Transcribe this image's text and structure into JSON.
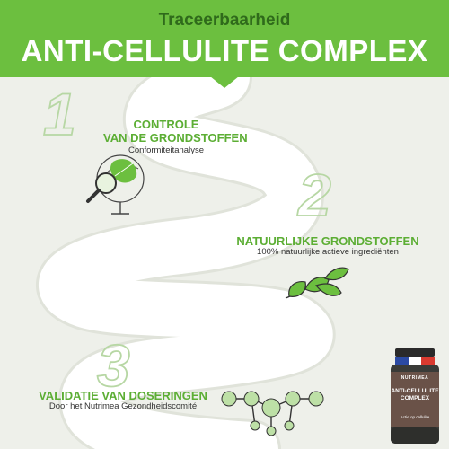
{
  "header": {
    "subtitle": "Traceerbaarheid",
    "title": "ANTI-CELLULITE COMPLEX"
  },
  "steps": [
    {
      "number": "1",
      "title_line1": "CONTROLE",
      "title_line2": "VAN DE GRONDSTOFFEN",
      "description": "Conformiteitanalyse",
      "icon": "magnifier-leaf-icon"
    },
    {
      "number": "2",
      "title_line1": "NATUURLIJKE GRONDSTOFFEN",
      "description": "100% natuurlijke actieve ingrediënten",
      "icon": "leaves-icon"
    },
    {
      "number": "3",
      "title_line1": "VALIDATIE VAN DOSERINGEN",
      "description": "Door het Nutrimea Gezondheidscomité",
      "icon": "molecule-icon"
    }
  ],
  "product": {
    "brand": "NUTRIMEA",
    "name_line1": "ANTI-CELLULITE",
    "name_line2": "COMPLEX",
    "tagline": "Actie op cellulite"
  },
  "colors": {
    "brand_green": "#6cbf3f",
    "dark_green": "#2f6a1b",
    "background": "#eef0ea",
    "road": "#ffffff"
  }
}
